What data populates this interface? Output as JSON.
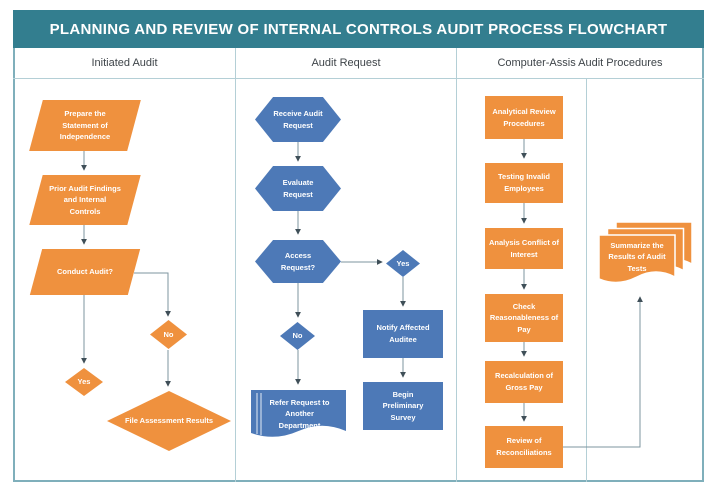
{
  "title": "PLANNING AND REVIEW OF INTERNAL CONTROLS AUDIT PROCESS FLOWCHART",
  "lanes": {
    "initiated": "Initiated Audit",
    "request": "Audit Request",
    "computer": "Computer-Assis Audit Procedures"
  },
  "nodes": {
    "prepare": {
      "label": "Prepare the Statement of Independence",
      "shape": "parallelogram",
      "color": "orange"
    },
    "prior": {
      "label": "Prior Audit Findings and Internal Controls",
      "shape": "parallelogram",
      "color": "orange"
    },
    "conduct": {
      "label": "Conduct Audit?",
      "shape": "parallelogram",
      "color": "orange"
    },
    "yes1": {
      "label": "Yes",
      "shape": "diamond",
      "color": "orange"
    },
    "no1": {
      "label": "No",
      "shape": "diamond",
      "color": "orange"
    },
    "file_assessment": {
      "label": "File Assessment Results",
      "shape": "diamond",
      "color": "orange"
    },
    "receive": {
      "label": "Receive Audit Request",
      "shape": "hexagon",
      "color": "blue"
    },
    "evaluate": {
      "label": "Evaluate Request",
      "shape": "hexagon",
      "color": "blue"
    },
    "access": {
      "label": "Access Request?",
      "shape": "hexagon",
      "color": "blue"
    },
    "yes2": {
      "label": "Yes",
      "shape": "diamond",
      "color": "blue"
    },
    "no2": {
      "label": "No",
      "shape": "diamond",
      "color": "blue"
    },
    "notify": {
      "label": "Notify Affected Auditee",
      "shape": "rectangle",
      "color": "blue"
    },
    "begin": {
      "label": "Begin Preliminary Survey",
      "shape": "rectangle",
      "color": "blue"
    },
    "refer": {
      "label": "Refer Request to Another Department",
      "shape": "document",
      "color": "blue"
    },
    "analytical": {
      "label": "Analytical Review Procedures",
      "shape": "rectangle",
      "color": "orange"
    },
    "testing": {
      "label": "Testing Invalid Employees",
      "shape": "rectangle",
      "color": "orange"
    },
    "conflict": {
      "label": "Analysis Conflict of Interest",
      "shape": "rectangle",
      "color": "orange"
    },
    "check": {
      "label": "Check Reasonableness of Pay",
      "shape": "rectangle",
      "color": "orange"
    },
    "recalculation": {
      "label": "Recalculation of Gross Pay",
      "shape": "rectangle",
      "color": "orange"
    },
    "review": {
      "label": "Review of Reconciliations",
      "shape": "rectangle",
      "color": "orange"
    },
    "summarize": {
      "label": "Summarize the Results of Audit Tests",
      "shape": "multi-document",
      "color": "orange"
    }
  },
  "edges": [
    {
      "from": "prepare",
      "to": "prior"
    },
    {
      "from": "prior",
      "to": "conduct"
    },
    {
      "from": "conduct",
      "to": "yes1"
    },
    {
      "from": "conduct",
      "to": "no1"
    },
    {
      "from": "no1",
      "to": "file_assessment"
    },
    {
      "from": "receive",
      "to": "evaluate"
    },
    {
      "from": "evaluate",
      "to": "access"
    },
    {
      "from": "access",
      "to": "yes2"
    },
    {
      "from": "access",
      "to": "no2"
    },
    {
      "from": "yes2",
      "to": "notify"
    },
    {
      "from": "notify",
      "to": "begin"
    },
    {
      "from": "no2",
      "to": "refer"
    },
    {
      "from": "analytical",
      "to": "testing"
    },
    {
      "from": "testing",
      "to": "conflict"
    },
    {
      "from": "conflict",
      "to": "check"
    },
    {
      "from": "check",
      "to": "recalculation"
    },
    {
      "from": "recalculation",
      "to": "review"
    },
    {
      "from": "review",
      "to": "summarize"
    }
  ],
  "colors": {
    "banner": "#337e8f",
    "frame": "#7fafbb",
    "line": "#b4cfd6",
    "orange": "#ef913e",
    "blue": "#4d79b7",
    "connector": "#7e949f",
    "arrow": "#3f4f58"
  }
}
